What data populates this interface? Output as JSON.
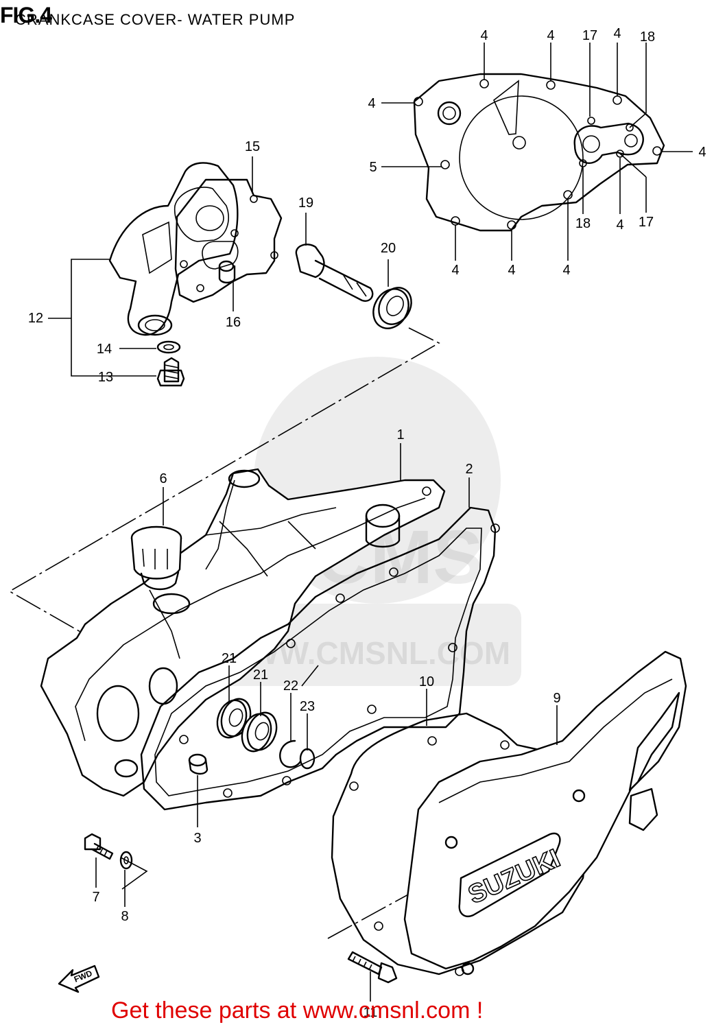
{
  "figure": {
    "id_label": "FIG.4",
    "title": "CRANKCASE COVER- WATER PUMP"
  },
  "watermark": {
    "text": "CMS",
    "url": "WWW.CMSNL.COM"
  },
  "direction_marker": {
    "label": "FWD"
  },
  "brand_on_cover": "SUZUKI",
  "promo": {
    "text": "Get these parts at www.cmsnl.com !"
  },
  "callouts": [
    {
      "id": "c4a",
      "label": "4"
    },
    {
      "id": "c4b",
      "label": "4"
    },
    {
      "id": "c17a",
      "label": "17"
    },
    {
      "id": "c4c",
      "label": "4"
    },
    {
      "id": "c18a",
      "label": "18"
    },
    {
      "id": "c4d",
      "label": "4"
    },
    {
      "id": "c4e",
      "label": "4"
    },
    {
      "id": "c5",
      "label": "5"
    },
    {
      "id": "c18b",
      "label": "18"
    },
    {
      "id": "c4f",
      "label": "4"
    },
    {
      "id": "c17b",
      "label": "17"
    },
    {
      "id": "c4g",
      "label": "4"
    },
    {
      "id": "c4h",
      "label": "4"
    },
    {
      "id": "c4i",
      "label": "4"
    },
    {
      "id": "c15",
      "label": "15"
    },
    {
      "id": "c19",
      "label": "19"
    },
    {
      "id": "c20",
      "label": "20"
    },
    {
      "id": "c12",
      "label": "12"
    },
    {
      "id": "c16",
      "label": "16"
    },
    {
      "id": "c14",
      "label": "14"
    },
    {
      "id": "c13",
      "label": "13"
    },
    {
      "id": "c1",
      "label": "1"
    },
    {
      "id": "c2",
      "label": "2"
    },
    {
      "id": "c6",
      "label": "6"
    },
    {
      "id": "c21a",
      "label": "21"
    },
    {
      "id": "c21b",
      "label": "21"
    },
    {
      "id": "c22",
      "label": "22"
    },
    {
      "id": "c23",
      "label": "23"
    },
    {
      "id": "c10",
      "label": "10"
    },
    {
      "id": "c9",
      "label": "9"
    },
    {
      "id": "c3",
      "label": "3"
    },
    {
      "id": "c7",
      "label": "7"
    },
    {
      "id": "c8",
      "label": "8"
    },
    {
      "id": "c11",
      "label": "11"
    }
  ]
}
